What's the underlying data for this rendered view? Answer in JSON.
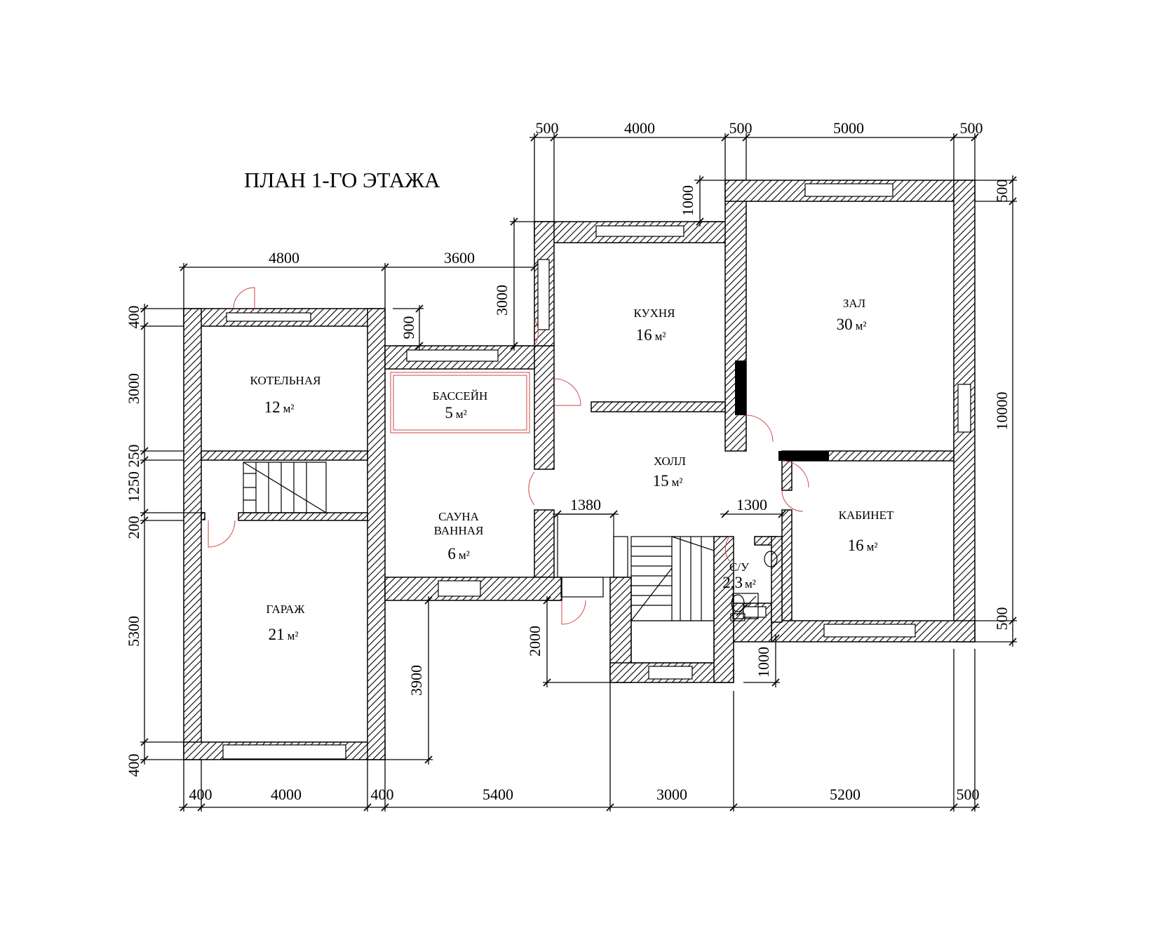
{
  "title": "ПЛАН 1-ГО ЭТАЖА",
  "unit": "м²",
  "rooms": {
    "boiler": {
      "name": "КОТЕЛЬНАЯ",
      "area": "12"
    },
    "pool": {
      "name": "БАССЕЙН",
      "area": "5"
    },
    "kitchen": {
      "name": "КУХНЯ",
      "area": "16"
    },
    "hall_big": {
      "name": "ЗАЛ",
      "area": "30"
    },
    "lobby": {
      "name": "ХОЛЛ",
      "area": "15"
    },
    "sauna": {
      "name1": "САУНА",
      "name2": "ВАННАЯ",
      "area": "6"
    },
    "office": {
      "name": "КАБИНЕТ",
      "area": "16"
    },
    "wc": {
      "name": "С/У",
      "area": "2,3"
    },
    "garage": {
      "name": "ГАРАЖ",
      "area": "21"
    }
  },
  "dims": {
    "top": [
      "500",
      "4000",
      "500",
      "5000",
      "500"
    ],
    "upper_left": [
      "4800",
      "3600"
    ],
    "left": [
      "400",
      "3000",
      "250",
      "1250",
      "200",
      "5300",
      "400"
    ],
    "right": [
      "500",
      "10000",
      "500"
    ],
    "bottom": [
      "400",
      "4000",
      "400",
      "5400",
      "3000",
      "5200",
      "500"
    ],
    "kitchen_step": "1000",
    "pool_step": "900",
    "kitchen_left": "3000",
    "inner_1380": "1380",
    "inner_1300": "1300",
    "entry_2000": "2000",
    "sauna_3900": "3900",
    "wc_1000": "1000"
  }
}
